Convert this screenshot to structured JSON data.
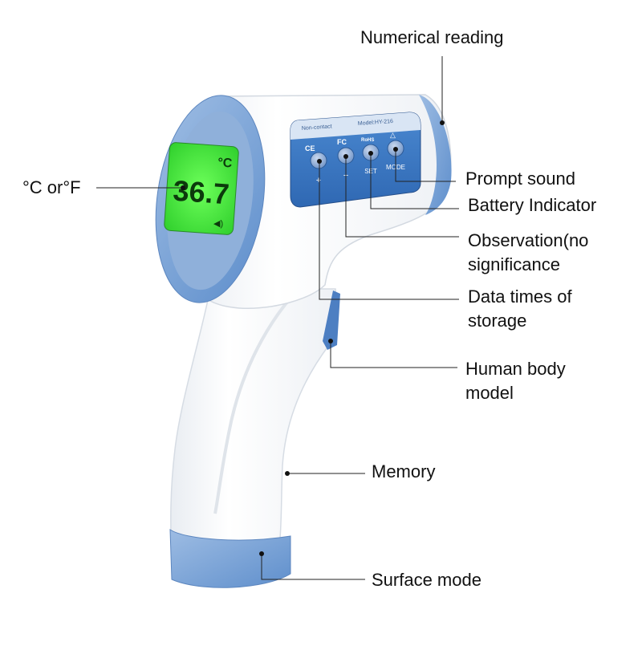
{
  "device": {
    "display_reading": "36.7",
    "display_unit": "°C",
    "panel_top_left": "Non-contact",
    "panel_model": "Model:HY-216",
    "mark_ce": "CE",
    "mark_fc": "FC",
    "mark_rohs": "RoHS",
    "button_plus": "+",
    "button_minus": "−",
    "button_set": "SET",
    "button_mode": "MODE"
  },
  "callouts": {
    "numerical_reading": "Numerical reading",
    "unit": "°C or°F",
    "prompt_sound": "Prompt sound",
    "battery_indicator": "Battery Indicator",
    "observation_line1": "Observation(no",
    "observation_line2": "significance",
    "data_times_line1": "Data times of",
    "data_times_line2": "storage",
    "human_body_line1": "Human body",
    "human_body_line2": "model",
    "memory": "Memory",
    "surface_mode": "Surface mode"
  },
  "colors": {
    "accent_blue": "#7FA6D6",
    "panel_blue": "#3A78C2",
    "lcd_green": "#37E03A",
    "body_white": "#F7F8FA"
  }
}
